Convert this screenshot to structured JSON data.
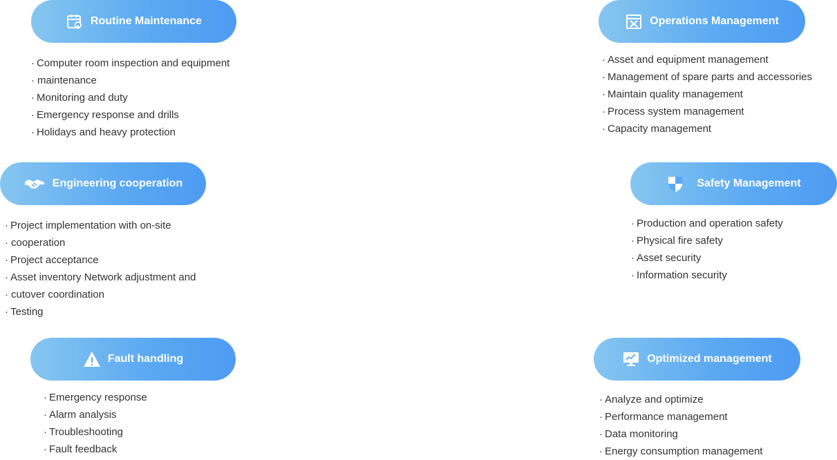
{
  "colors": {
    "pill_gradient_start": "#86c6f0",
    "pill_gradient_end": "#4e9bf3",
    "text": "#333333"
  },
  "cards": [
    {
      "id": "routine",
      "title": "Routine Maintenance",
      "icon": "calendar-tool-icon",
      "items": [
        "Computer room inspection and equipment",
        "maintenance",
        "Monitoring and duty",
        "Emergency response and drills",
        "Holidays and heavy protection"
      ]
    },
    {
      "id": "operations",
      "title": "Operations Management",
      "icon": "toolbox-icon",
      "items": [
        "Asset and equipment management",
        "Management of spare parts and accessories",
        "Maintain quality management",
        "Process system management",
        "Capacity management"
      ]
    },
    {
      "id": "engineering",
      "title": "Engineering cooperation",
      "icon": "handshake-icon",
      "items": [
        "Project implementation with on-site",
        "cooperation",
        "Project acceptance",
        "Asset inventory Network adjustment and",
        "cutover coordination",
        "Testing"
      ]
    },
    {
      "id": "safety",
      "title": "Safety Management",
      "icon": "shield-icon",
      "items": [
        "Production and operation safety",
        "Physical fire safety",
        "Asset security",
        "Information security"
      ]
    },
    {
      "id": "fault",
      "title": "Fault handling",
      "icon": "warning-icon",
      "items": [
        "Emergency response",
        "Alarm analysis",
        "Troubleshooting",
        "Fault feedback"
      ]
    },
    {
      "id": "optimized",
      "title": "Optimized management",
      "icon": "monitor-chart-icon",
      "items": [
        "Analyze and optimize",
        "Performance management",
        "Data monitoring",
        "Energy consumption management"
      ]
    }
  ]
}
